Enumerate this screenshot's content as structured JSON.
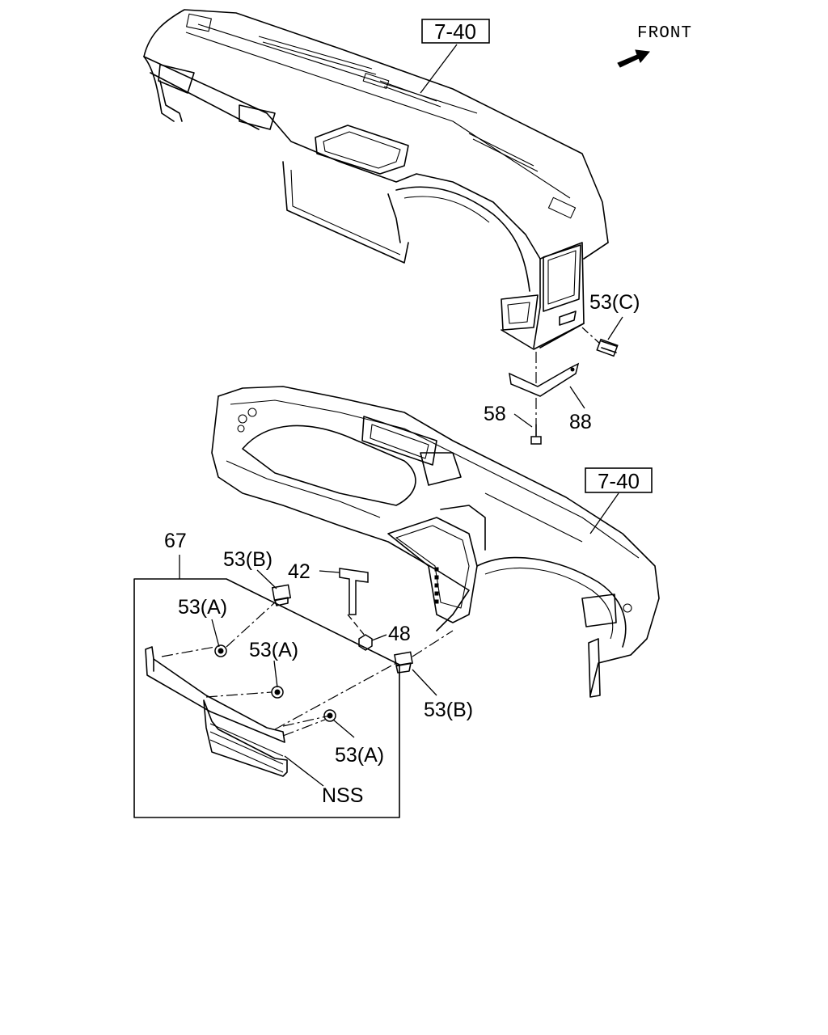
{
  "callouts": {
    "ref_upper": "7-40",
    "ref_lower": "7-40",
    "front": "FRONT",
    "p53c": "53(C)",
    "p58": "58",
    "p88": "88",
    "p67": "67",
    "p53b_top": "53(B)",
    "p42": "42",
    "p53a_1": "53(A)",
    "p53a_2": "53(A)",
    "p48": "48",
    "p53b_bottom": "53(B)",
    "p53a_3": "53(A)",
    "nss": "NSS"
  },
  "icons": {
    "front_arrow": "arrow-up-right-icon"
  }
}
